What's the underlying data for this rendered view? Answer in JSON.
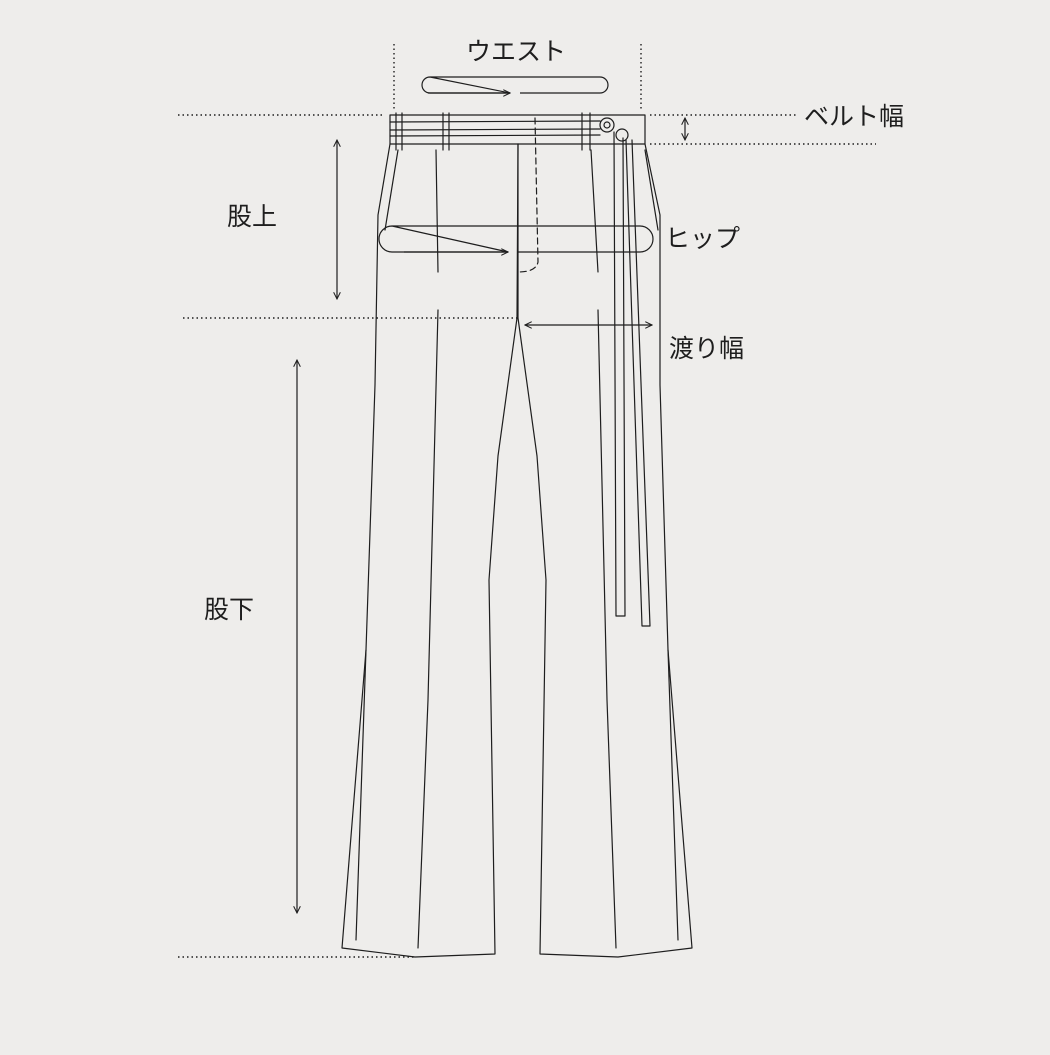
{
  "labels": {
    "waist": "ウエスト",
    "belt_width": "ベルト幅",
    "rise": "股上",
    "hip": "ヒップ",
    "thigh": "渡り幅",
    "inseam": "股下"
  },
  "colors": {
    "background": "#eeedeb",
    "line": "#1e1e1e"
  }
}
